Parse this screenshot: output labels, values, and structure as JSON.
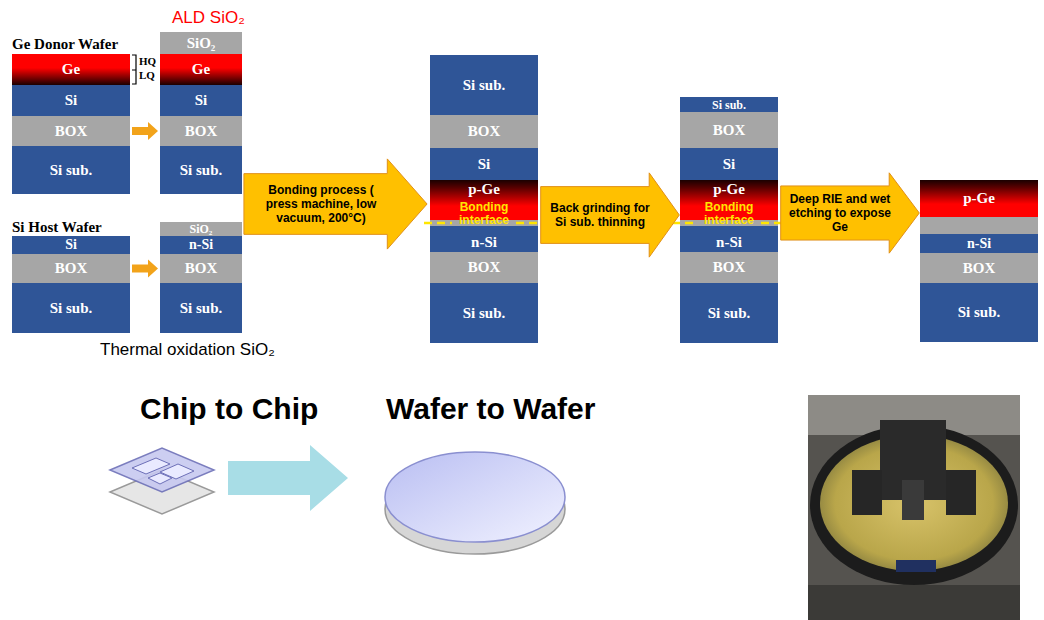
{
  "diagram": {
    "nodes": [
      {
        "text": [
          "Ge"
        ]
      },
      {
        "text": [
          "Si"
        ]
      },
      {
        "text": [
          "BOX"
        ]
      },
      {
        "text": [
          "Si sub."
        ]
      },
      {
        "text": [
          "SiO₂"
        ]
      },
      {
        "text": [
          "Ge"
        ]
      },
      {
        "text": [
          "Si"
        ]
      },
      {
        "text": [
          "BOX"
        ]
      },
      {
        "text": [
          "Si sub."
        ]
      },
      {
        "text": [
          "Si"
        ]
      },
      {
        "text": [
          "BOX"
        ]
      },
      {
        "text": [
          "Si sub."
        ]
      },
      {
        "text": [
          "SiO₂"
        ]
      },
      {
        "text": [
          "n-Si"
        ]
      },
      {
        "text": [
          "BOX"
        ]
      },
      {
        "text": [
          "Si sub."
        ]
      },
      {
        "text": [
          "Bonding process ( press machine, low vacuum, 200°C)"
        ]
      },
      {
        "text": [
          "Si sub."
        ]
      },
      {
        "text": [
          "BOX"
        ]
      },
      {
        "text": [
          "Si"
        ]
      },
      {
        "text": [
          "p-Ge"
        ]
      },
      {
        "text": [
          "n-Si"
        ]
      },
      {
        "text": [
          "BOX"
        ]
      },
      {
        "text": [
          "Si sub."
        ]
      },
      {
        "text": [
          "Back grinding for Si sub. thinning"
        ]
      },
      {
        "text": [
          "Si sub."
        ]
      },
      {
        "text": [
          "BOX"
        ]
      },
      {
        "text": [
          "Si"
        ]
      },
      {
        "text": [
          "p-Ge"
        ]
      },
      {
        "text": [
          "n-Si"
        ]
      },
      {
        "text": [
          "BOX"
        ]
      },
      {
        "text": [
          "Si sub."
        ]
      },
      {
        "text": [
          "Deep RIE and wet etching to expose Ge"
        ]
      },
      {
        "text": [
          "p-Ge"
        ]
      },
      {
        "text": [
          "n-Si"
        ]
      },
      {
        "text": [
          "BOX"
        ]
      },
      {
        "text": [
          "Si sub."
        ]
      }
    ],
    "edges": [
      {
        "from": 2,
        "to": 7,
        "arrow": "to"
      },
      {
        "from": 10,
        "to": 14,
        "arrow": "to"
      }
    ],
    "labels": [
      "ALD SiO₂",
      "Ge Donor Wafer",
      "HQ",
      "LQ",
      "Si Host Wafer",
      "Thermal oxidation SiO₂",
      "Bonding interface",
      "Bonding interface",
      "Chip to Chip",
      "Wafer to Wafer"
    ]
  }
}
